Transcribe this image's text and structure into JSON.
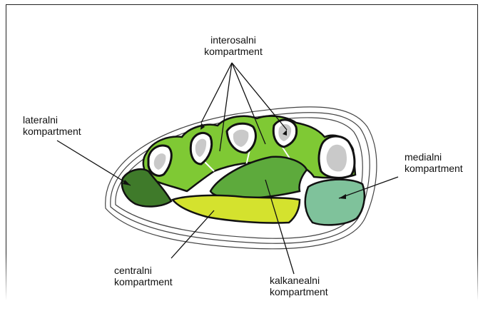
{
  "labels": {
    "interosalni": [
      "interosalni",
      "kompartment"
    ],
    "lateralni": [
      "lateralni",
      "kompartment"
    ],
    "medialni": [
      "medialni",
      "kompartment"
    ],
    "centralni": [
      "centralni",
      "kompartment"
    ],
    "kalkanealni": [
      "kalkanealni",
      "kompartment"
    ]
  },
  "colors": {
    "interosalni": "#7fc934",
    "lateralni": "#3f7a2a",
    "medialni": "#7fc29b",
    "centralni": "#d4e22e",
    "kalkanealni": "#5daa3c",
    "bone": "#ffffff",
    "marrow": "#c9c9c9",
    "outline": "#111111"
  }
}
